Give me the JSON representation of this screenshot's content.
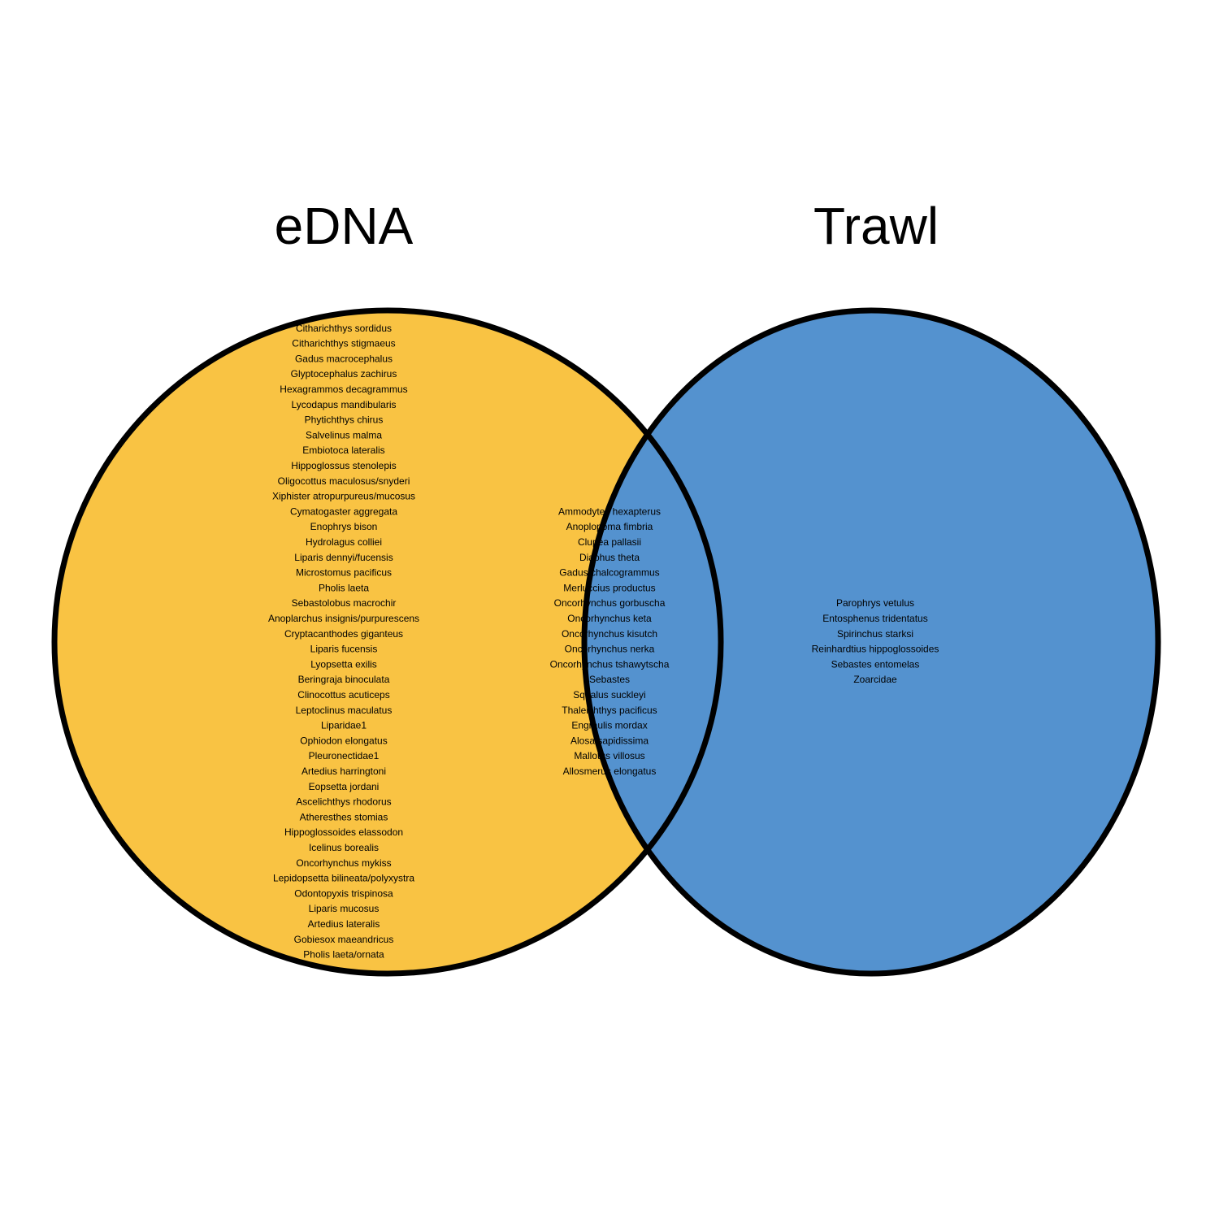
{
  "sets": {
    "left": {
      "label": "eDNA",
      "color": "#F9C343",
      "species": [
        "Citharichthys sordidus",
        "Citharichthys stigmaeus",
        "Gadus macrocephalus",
        "Glyptocephalus zachirus",
        "Hexagrammos decagrammus",
        "Lycodapus mandibularis",
        "Phytichthys chirus",
        "Salvelinus malma",
        "Embiotoca lateralis",
        "Hippoglossus stenolepis",
        "Oligocottus maculosus/snyderi",
        "Xiphister atropurpureus/mucosus",
        "Cymatogaster aggregata",
        "Enophrys bison",
        "Hydrolagus colliei",
        "Liparis dennyi/fucensis",
        "Microstomus pacificus",
        "Pholis laeta",
        "Sebastolobus macrochir",
        "Anoplarchus insignis/purpurescens",
        "Cryptacanthodes giganteus",
        "Liparis fucensis",
        "Lyopsetta exilis",
        "Beringraja binoculata",
        "Clinocottus acuticeps",
        "Leptoclinus maculatus",
        "Liparidae1",
        "Ophiodon elongatus",
        "Pleuronectidae1",
        "Artedius harringtoni",
        "Eopsetta jordani",
        "Ascelichthys rhodorus",
        "Atheresthes stomias",
        "Hippoglossoides elassodon",
        "Icelinus borealis",
        "Oncorhynchus mykiss",
        "Lepidopsetta bilineata/polyxystra",
        "Odontopyxis trispinosa",
        "Liparis mucosus",
        "Artedius lateralis",
        "Gobiesox maeandricus",
        "Pholis laeta/ornata"
      ]
    },
    "right": {
      "label": "Trawl",
      "color": "#5492CF",
      "species": [
        "Parophrys vetulus",
        "Entosphenus tridentatus",
        "Spirinchus starksi",
        "Reinhardtius hippoglossoides",
        "Sebastes entomelas",
        "Zoarcidae"
      ]
    },
    "intersection": {
      "color": "#5492CF",
      "species": [
        "Ammodytes hexapterus",
        "Anoplopoma fimbria",
        "Clupea pallasii",
        "Diaphus theta",
        "Gadus chalcogrammus",
        "Merluccius productus",
        "Oncorhynchus gorbuscha",
        "Oncorhynchus keta",
        "Oncorhynchus kisutch",
        "Oncorhynchus nerka",
        "Oncorhynchus tshawytscha",
        "Sebastes",
        "Squalus suckleyi",
        "Thaleichthys pacificus",
        "Engraulis mordax",
        "Alosa sapidissima",
        "Mallotus villosus",
        "Allosmerus elongatus"
      ]
    }
  }
}
